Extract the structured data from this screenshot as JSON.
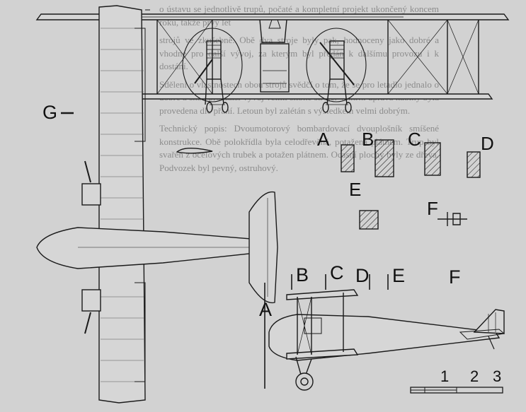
{
  "labels": {
    "g_marker": "G",
    "section_letters": [
      "A",
      "B",
      "C",
      "D",
      "E",
      "F"
    ],
    "station_letters": [
      "A",
      "B",
      "C",
      "D",
      "E",
      "F"
    ],
    "scale_numbers": [
      "1",
      "2",
      "3"
    ]
  },
  "background_text": [
    "o ústavu se jednotlivě trupů, počaté a kompletní projekt ukončený koncem roku, takže prvý let",
    "strojů ve zkušebně. Obě dva stroje byly pak, hodnoceny jako dobré a vhodné pro další vývoj, za kterým byl předán k dalšímu provozu i k dostání.",
    "Sdělení o vlastnostech obou strojů svědčí o tom, že se pro letadlo jednalo o dobré a snad pro další vývoj velmi slibné stroje. Vnitřní úprava kabiny byla provedena dle přání. Letoun byl zalétán s výsledkem velmi dobrým.",
    "Technický popis: Dvoumotorový bombardovací dvouplošník smíšené konstrukce. Obě polokřídla byla celodřevěná, potažená plátnem. Trup byl svařen z ocelových trubek a potažen plátnem. Ocasní plochy byly ze dřeva. Podvozek byl pevný, ostruhový."
  ],
  "colors": {
    "background": "#d2d2d2",
    "line": "#1a1a1a",
    "text_faint": "#8c8c8c"
  }
}
